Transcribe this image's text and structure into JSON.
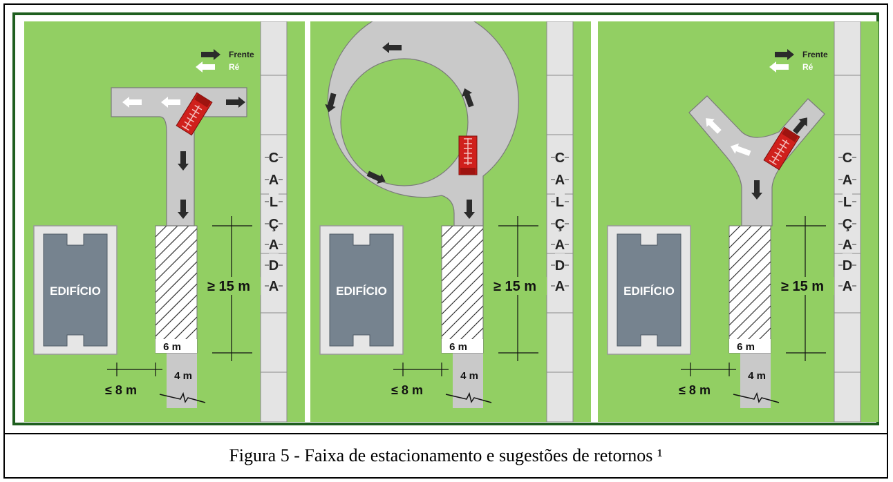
{
  "legend": {
    "forward": "Frente",
    "reverse": "Ré"
  },
  "building_label": "EDIFÍCIO",
  "sidewalk_letters": [
    "C",
    "A",
    "L",
    "Ç",
    "A",
    "D",
    "A"
  ],
  "dimensions": {
    "length": "≥ 15 m",
    "width": "6 m",
    "road_width": "4 m",
    "distance": "≤ 8 m"
  },
  "panels": [
    {
      "type": "T-turnaround",
      "has_legend": true
    },
    {
      "type": "circular-turnaround",
      "has_legend": false
    },
    {
      "type": "Y-turnaround",
      "has_legend": true
    }
  ],
  "caption": "Figura 5 - Faixa de estacionamento e sugestões de retornos ¹",
  "colors": {
    "grass": "#92cf63",
    "road": "#c9c9c9",
    "building": "#76838f",
    "sidewalk": "#e4e4e4",
    "truck": "#d0201c",
    "dark_arrow": "#2b2b2b",
    "border": "#1f5f1f"
  }
}
